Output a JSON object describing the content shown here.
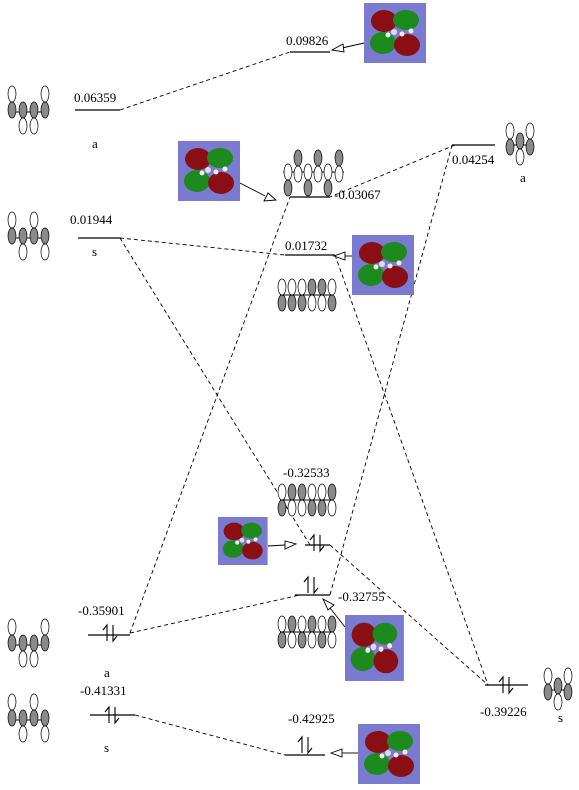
{
  "levels": [
    {
      "id": "l-0.06359",
      "value": "0.06359",
      "sym": "a"
    },
    {
      "id": "l-0.01944",
      "value": "0.01944",
      "sym": "s"
    },
    {
      "id": "l-0.35901",
      "value": "-0.35901",
      "sym": "a"
    },
    {
      "id": "l-0.41331",
      "value": "-0.41331",
      "sym": "s"
    },
    {
      "id": "c-0.09826",
      "value": "0.09826",
      "sym": ""
    },
    {
      "id": "c-0.03067",
      "value": "-0.03067",
      "sym": ""
    },
    {
      "id": "c-0.01732",
      "value": "0.01732",
      "sym": ""
    },
    {
      "id": "c-0.32533",
      "value": "-0.32533",
      "sym": ""
    },
    {
      "id": "c-0.32755",
      "value": "-0.32755",
      "sym": ""
    },
    {
      "id": "c-0.42925",
      "value": "-0.42925",
      "sym": ""
    },
    {
      "id": "r-0.04254",
      "value": "0.04254",
      "sym": "a"
    },
    {
      "id": "r-0.39226",
      "value": "-0.39226",
      "sym": "s"
    }
  ],
  "colors": {
    "mo_background": "#7a7ad0",
    "lobe_green": "#1c8a1c",
    "lobe_red": "#8a0f14"
  }
}
